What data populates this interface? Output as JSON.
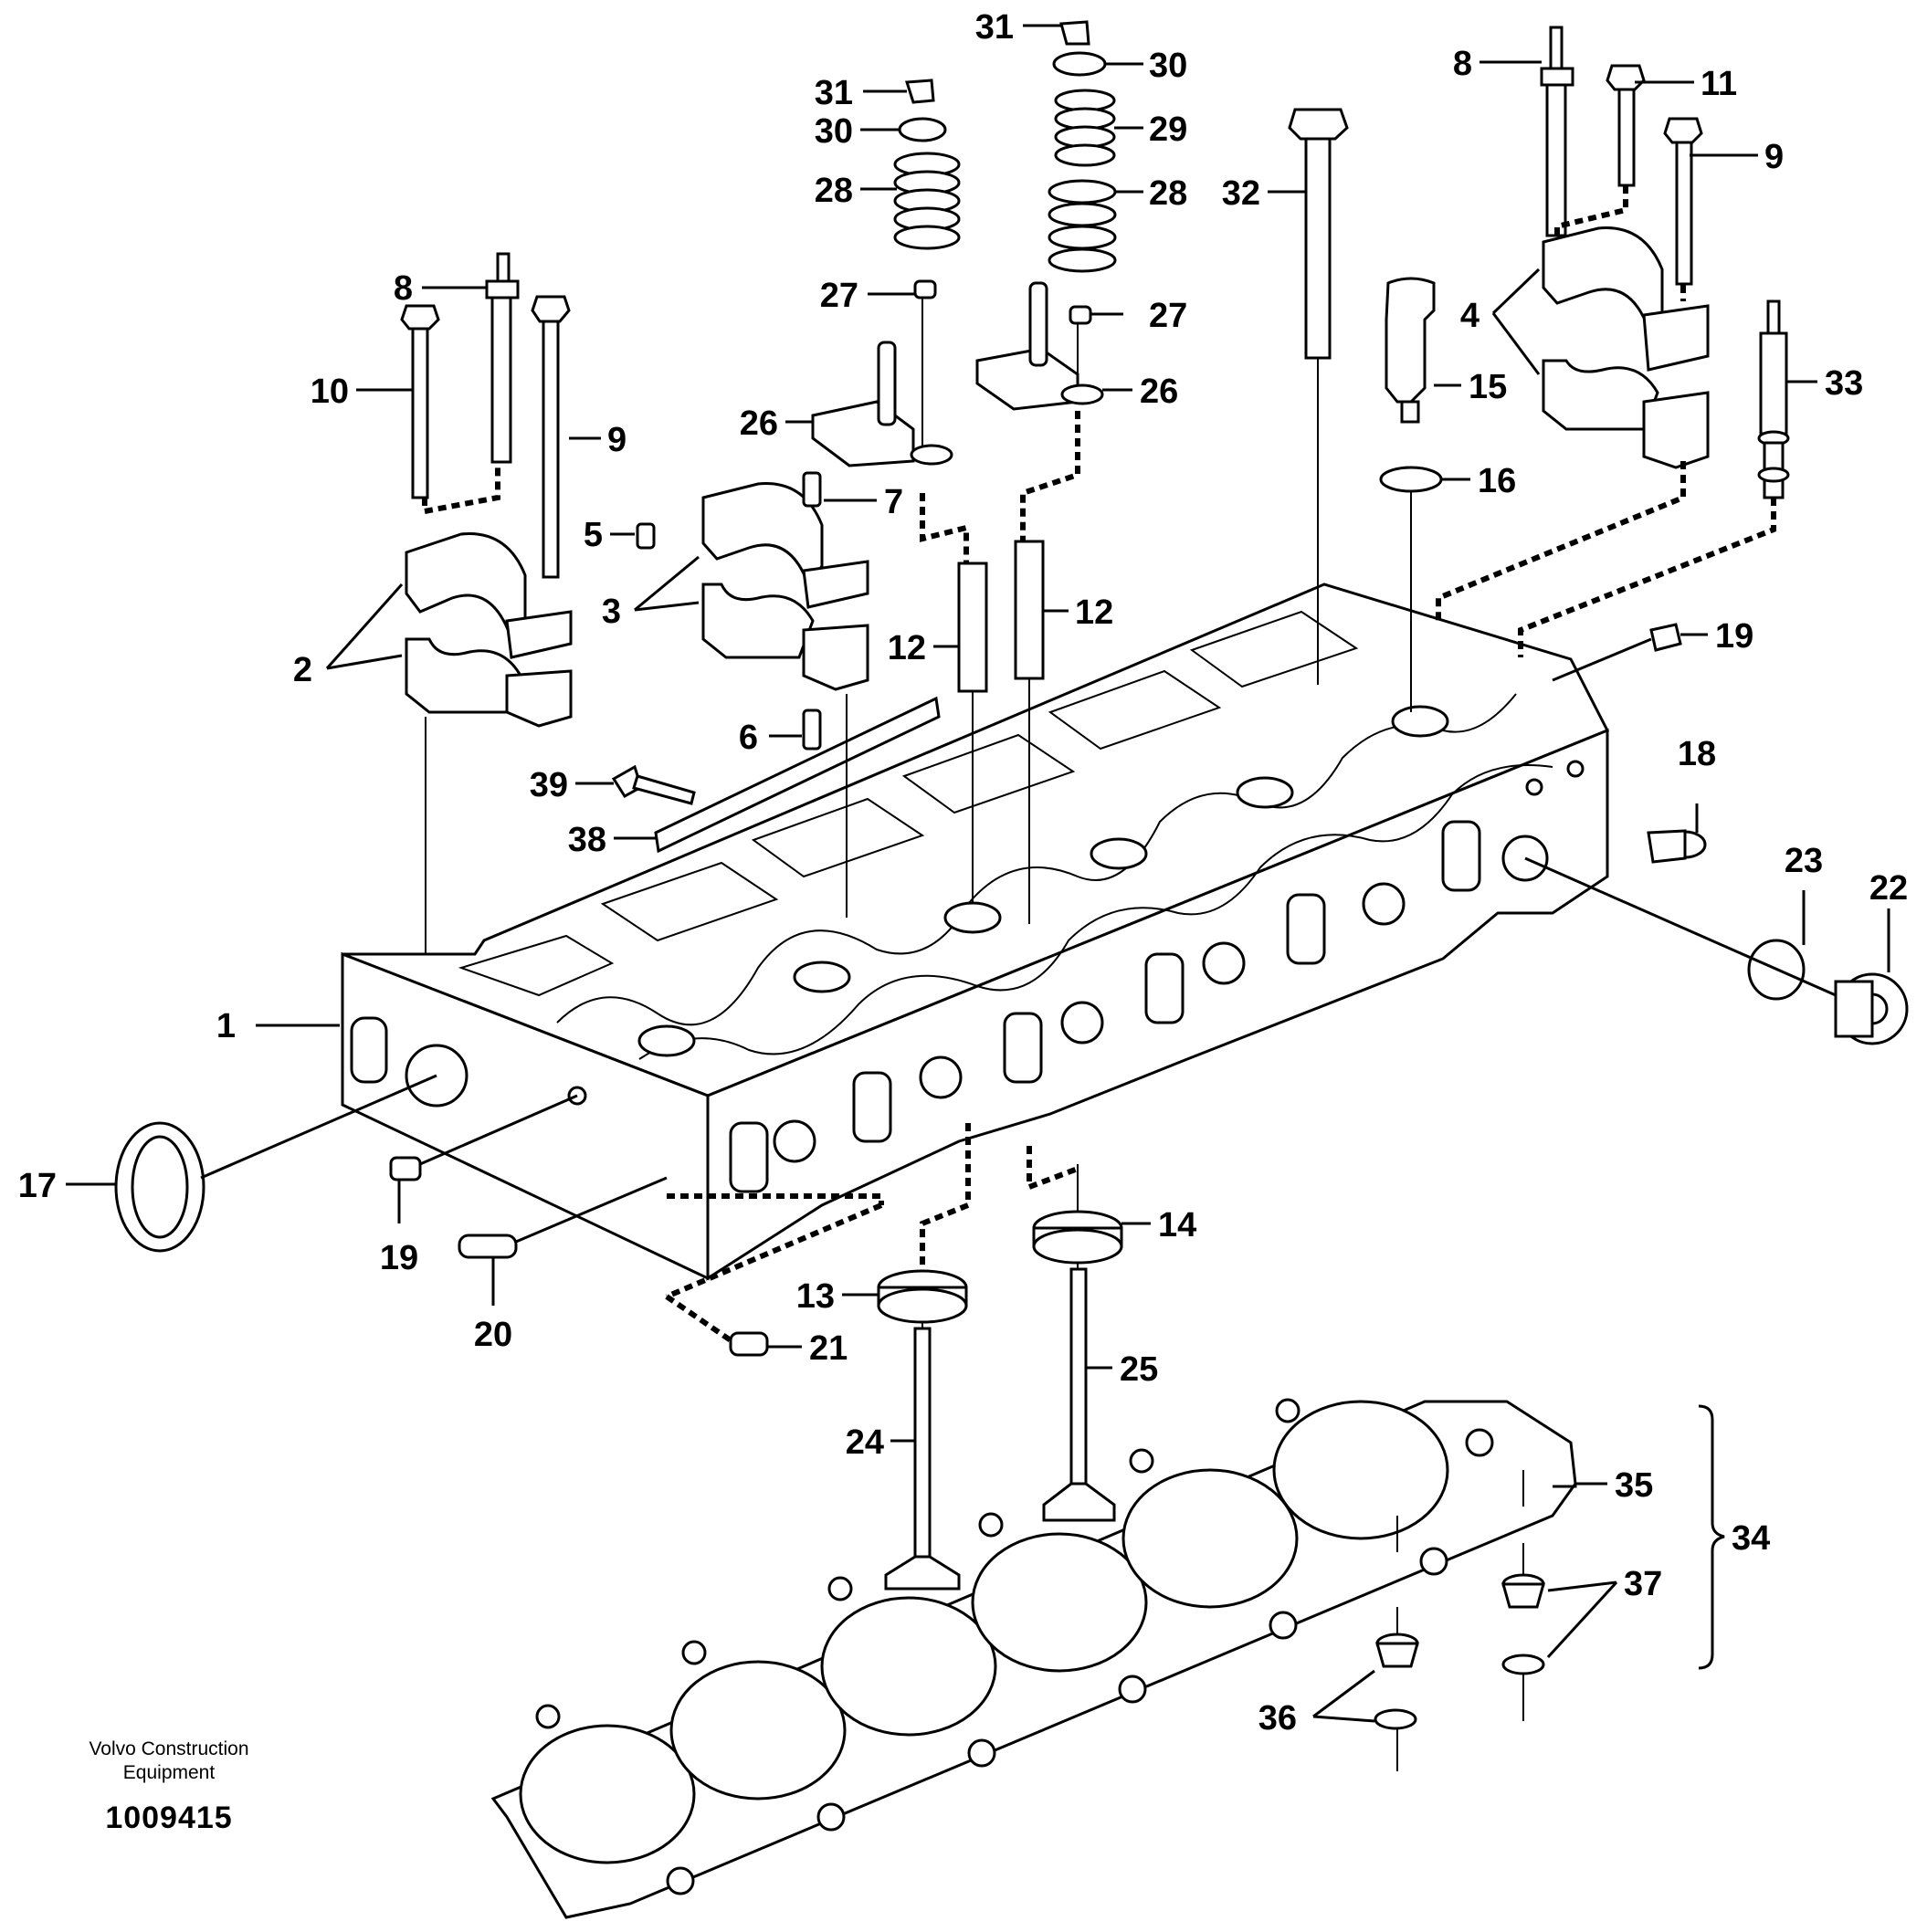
{
  "figure": {
    "credit_line1": "Volvo Construction",
    "credit_line2": "Equipment",
    "document_number": "1009415"
  },
  "callouts": [
    {
      "id": "c1",
      "label": "1"
    },
    {
      "id": "c2",
      "label": "2"
    },
    {
      "id": "c3",
      "label": "3"
    },
    {
      "id": "c4",
      "label": "4"
    },
    {
      "id": "c5",
      "label": "5"
    },
    {
      "id": "c6",
      "label": "6"
    },
    {
      "id": "c7",
      "label": "7"
    },
    {
      "id": "c8a",
      "label": "8"
    },
    {
      "id": "c8b",
      "label": "8"
    },
    {
      "id": "c9a",
      "label": "9"
    },
    {
      "id": "c9b",
      "label": "9"
    },
    {
      "id": "c10",
      "label": "10"
    },
    {
      "id": "c11",
      "label": "11"
    },
    {
      "id": "c12a",
      "label": "12"
    },
    {
      "id": "c12b",
      "label": "12"
    },
    {
      "id": "c13",
      "label": "13"
    },
    {
      "id": "c14",
      "label": "14"
    },
    {
      "id": "c15",
      "label": "15"
    },
    {
      "id": "c16",
      "label": "16"
    },
    {
      "id": "c17",
      "label": "17"
    },
    {
      "id": "c18",
      "label": "18"
    },
    {
      "id": "c19a",
      "label": "19"
    },
    {
      "id": "c19b",
      "label": "19"
    },
    {
      "id": "c20",
      "label": "20"
    },
    {
      "id": "c21",
      "label": "21"
    },
    {
      "id": "c22",
      "label": "22"
    },
    {
      "id": "c23",
      "label": "23"
    },
    {
      "id": "c24",
      "label": "24"
    },
    {
      "id": "c25",
      "label": "25"
    },
    {
      "id": "c26a",
      "label": "26"
    },
    {
      "id": "c26b",
      "label": "26"
    },
    {
      "id": "c27a",
      "label": "27"
    },
    {
      "id": "c27b",
      "label": "27"
    },
    {
      "id": "c28a",
      "label": "28"
    },
    {
      "id": "c28b",
      "label": "28"
    },
    {
      "id": "c29",
      "label": "29"
    },
    {
      "id": "c30a",
      "label": "30"
    },
    {
      "id": "c30b",
      "label": "30"
    },
    {
      "id": "c31a",
      "label": "31"
    },
    {
      "id": "c31b",
      "label": "31"
    },
    {
      "id": "c32",
      "label": "32"
    },
    {
      "id": "c33",
      "label": "33"
    },
    {
      "id": "c34",
      "label": "34"
    },
    {
      "id": "c35",
      "label": "35"
    },
    {
      "id": "c36",
      "label": "36"
    },
    {
      "id": "c37",
      "label": "37"
    },
    {
      "id": "c38",
      "label": "38"
    },
    {
      "id": "c39",
      "label": "39"
    }
  ]
}
